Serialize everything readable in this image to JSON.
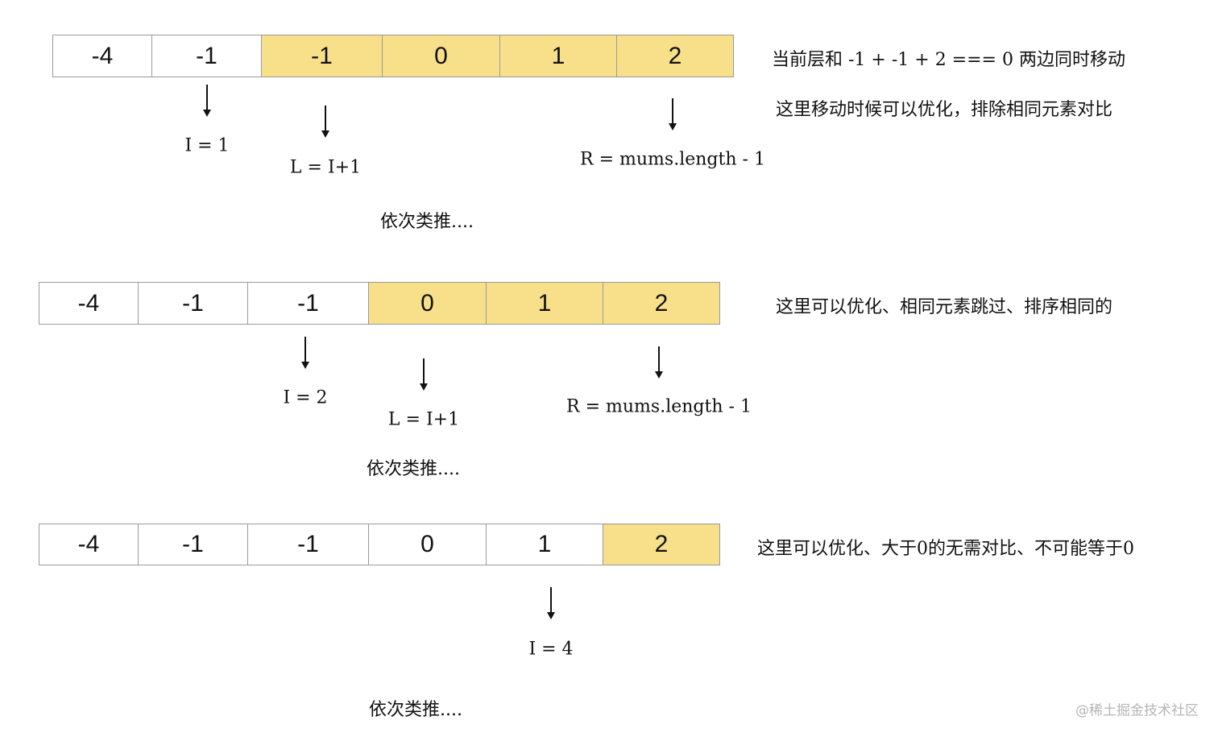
{
  "colors": {
    "highlight": "#f8e08a",
    "border": "#9a9a9a"
  },
  "steps": [
    {
      "cells": [
        {
          "v": "-4",
          "hl": false
        },
        {
          "v": "-1",
          "hl": false
        },
        {
          "v": "-1",
          "hl": true
        },
        {
          "v": "0",
          "hl": true
        },
        {
          "v": "1",
          "hl": true
        },
        {
          "v": "2",
          "hl": true
        }
      ],
      "pointer_i": "I = 1",
      "pointer_l": "L = I+1",
      "pointer_r": "R =  mums.length - 1",
      "etc": "依次类推....",
      "notes": [
        "当前层和 -1 + -1 + 2 === 0 两边同时移动",
        "这里移动时候可以优化，排除相同元素对比"
      ]
    },
    {
      "cells": [
        {
          "v": "-4",
          "hl": false
        },
        {
          "v": "-1",
          "hl": false
        },
        {
          "v": "-1",
          "hl": false
        },
        {
          "v": "0",
          "hl": true
        },
        {
          "v": "1",
          "hl": true
        },
        {
          "v": "2",
          "hl": true
        }
      ],
      "pointer_i": "I = 2",
      "pointer_l": "L = I+1",
      "pointer_r": "R =  mums.length - 1",
      "etc": "依次类推....",
      "notes": [
        "这里可以优化、相同元素跳过、排序相同的"
      ]
    },
    {
      "cells": [
        {
          "v": "-4",
          "hl": false
        },
        {
          "v": "-1",
          "hl": false
        },
        {
          "v": "-1",
          "hl": false
        },
        {
          "v": "0",
          "hl": false
        },
        {
          "v": "1",
          "hl": false
        },
        {
          "v": "2",
          "hl": true
        }
      ],
      "pointer_i": "I = 4",
      "etc": "依次类推....",
      "notes": [
        "这里可以优化、大于0的无需对比、不可能等于0"
      ]
    }
  ],
  "watermark": "@稀土掘金技术社区"
}
